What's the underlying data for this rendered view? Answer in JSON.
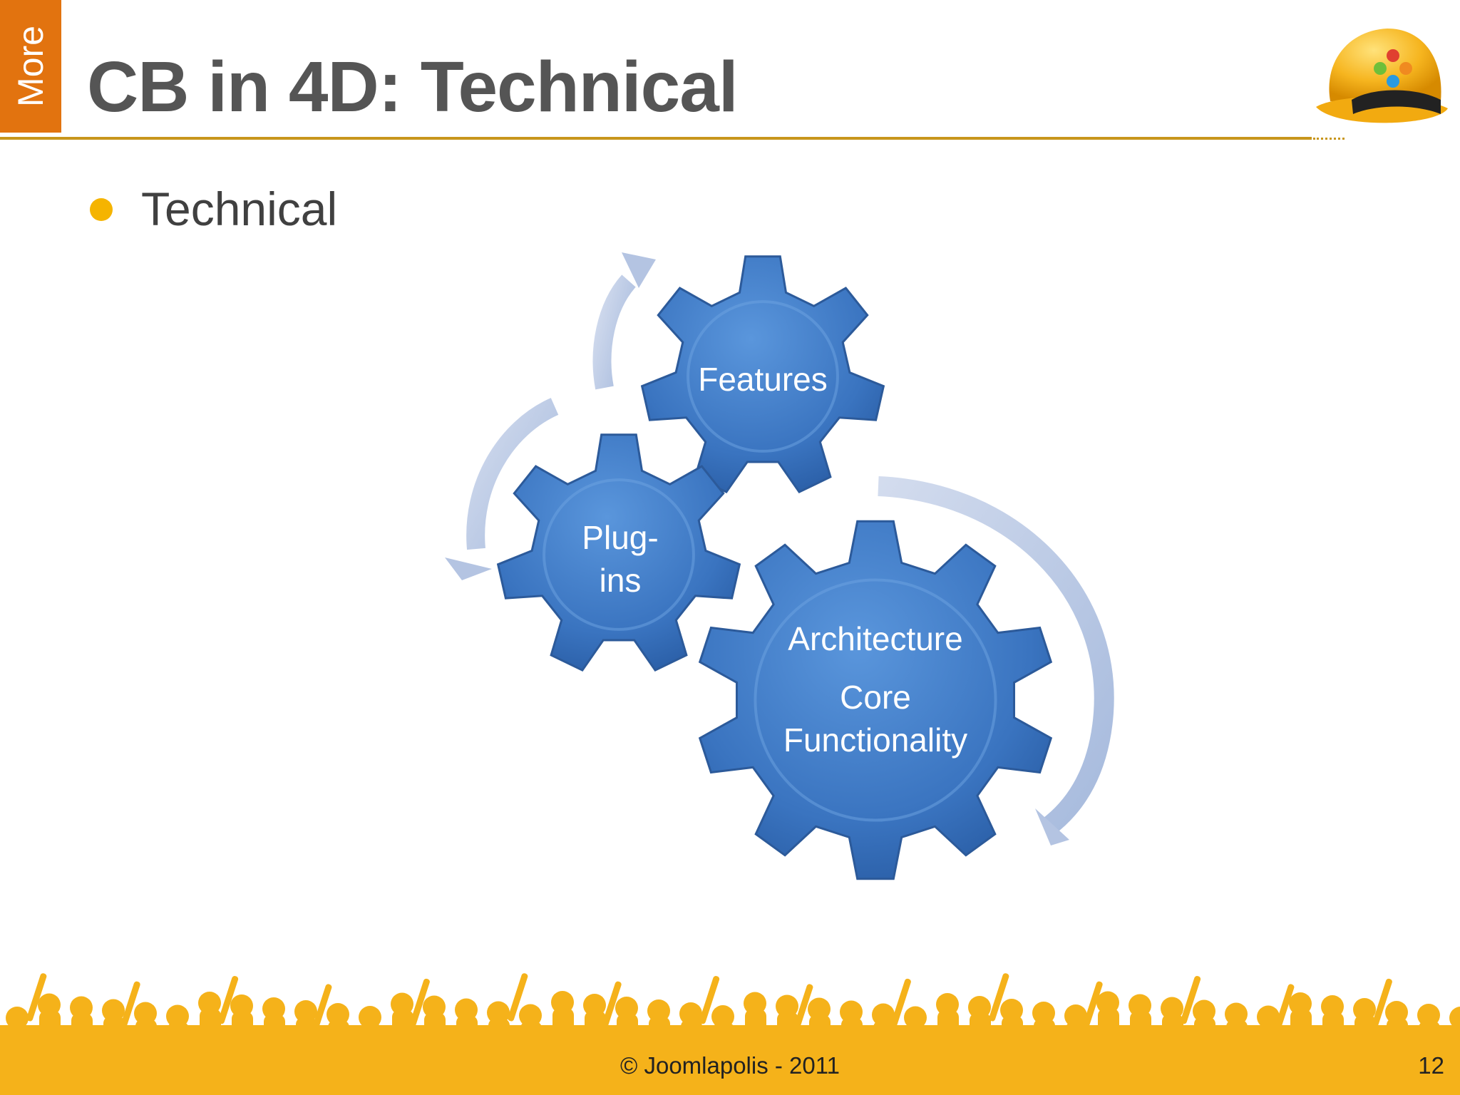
{
  "slide": {
    "side_tab": "More",
    "title": "CB in 4D: Technical",
    "bullets": [
      "Technical"
    ]
  },
  "diagram": {
    "gears": {
      "features": [
        "Features"
      ],
      "plugins": [
        "Plug-",
        "ins"
      ],
      "core": [
        "Architecture",
        "Core",
        "Functionality"
      ]
    }
  },
  "footer": {
    "copyright": "© Joomlapolis - 2011",
    "page_number": "12"
  },
  "colors": {
    "accent": "#e2730f",
    "rule": "#c8961c",
    "bullet": "#f5b400",
    "gear": "#3f7ac4",
    "arrow": "#aebfdf",
    "crowd": "#f5b21a"
  }
}
